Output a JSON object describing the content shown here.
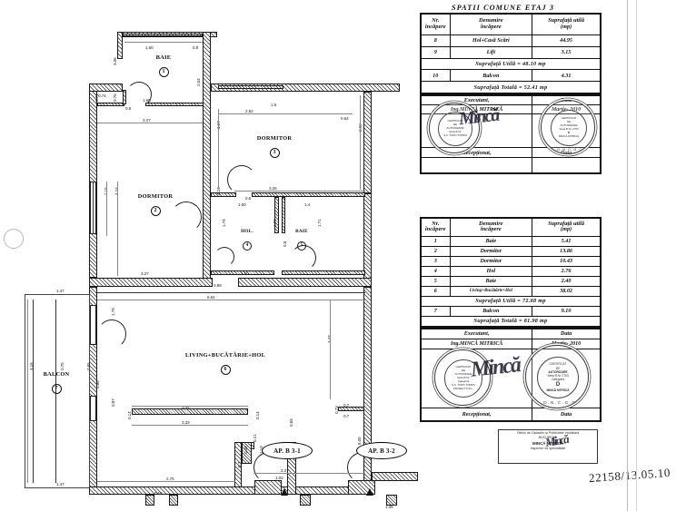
{
  "document": {
    "type": "architectural-floor-plan",
    "reference_number": "22158/13.05.10"
  },
  "table_common": {
    "title": "SPATII COMUNE ETAJ 3",
    "headers": {
      "nr": "Nr.",
      "nr_sub": "încăpere",
      "denumire": "Denumire",
      "denumire_sub": "încăpere",
      "suprafata": "Suprafață utilă",
      "suprafata_sub": "(mp)"
    },
    "rows": [
      {
        "nr": "8",
        "denumire": "Hol+Casă Scări",
        "suprafata": "44.95"
      },
      {
        "nr": "9",
        "denumire": "Lift",
        "suprafata": "3.15"
      }
    ],
    "utila_label": "Suprafață Utilă = 48.10 mp",
    "balcon_row": {
      "nr": "10",
      "denumire": "Balcon",
      "suprafata": "4.31"
    },
    "totala_label": "Suprafață Totală = 52.41 mp",
    "executant_label": "Executant,",
    "executant_name": "Ing.MINCĂ MITRICĂ",
    "data_label": "Data",
    "data_value": "Martie- 2010",
    "receptionat_label": "Recepționat,",
    "receptionat_data_label": "Data"
  },
  "table_apartment": {
    "headers": {
      "nr": "Nr.",
      "nr_sub": "încăpere",
      "denumire": "Denumire",
      "denumire_sub": "încăpere",
      "suprafata": "Suprafață utilă",
      "suprafata_sub": "(mp)"
    },
    "rows": [
      {
        "nr": "1",
        "denumire": "Baie",
        "suprafata": "5.41"
      },
      {
        "nr": "2",
        "denumire": "Dormitor",
        "suprafata": "13.86"
      },
      {
        "nr": "3",
        "denumire": "Dormitor",
        "suprafata": "10.43"
      },
      {
        "nr": "4",
        "denumire": "Hol",
        "suprafata": "2.76"
      },
      {
        "nr": "5",
        "denumire": "Baie",
        "suprafata": "2.40"
      },
      {
        "nr": "6",
        "denumire": "Living+Bucătărie+Hol",
        "suprafata": "38.02"
      }
    ],
    "utila_label": "Suprafață Utilă = 72.88 mp",
    "balcon_row": {
      "nr": "7",
      "denumire": "Balcon",
      "suprafata": "9.10"
    },
    "totala_label": "Suprafață Totală = 81.98 mp",
    "executant_label": "Executant,",
    "executant_name": "Ing.MINCĂ MITRICĂ",
    "data_label": "Data",
    "data_value": "Martie- 2010",
    "receptionat_label": "Recepționat,",
    "receptionat_data_label": "Data"
  },
  "seals": {
    "left": {
      "ring": "PERSOANĂ AUTORIZATĂ ANCPI",
      "line1": "CERTIFICAT",
      "line2": "DE",
      "line3": "AUTORIZARE",
      "line4": "Seria B Nr.",
      "line5": "Categoria",
      "line6": "S.C. TOPO TOPRO",
      "line7": "PROIECT S.R.L."
    },
    "right": {
      "ring": "AGENȚIA NAȚIONALĂ DE ADMINISTRAȚIEI PUBLICE",
      "line1": "CERTIFICAT",
      "line2": "DE",
      "line3": "AUTORIZARE",
      "line4": "Seria B Nr. 2753",
      "line5": "Categoria",
      "line6": "D",
      "line7": "MINCĂ MITRICĂ",
      "bottom": "O.N.C.G.C"
    },
    "signature_glyph": "Mincă"
  },
  "notary": {
    "line1": "Oficiul de Cadastru și Publicitate Imobiliară",
    "line2": "BUCUREȘTI",
    "line3": "MINCĂ MITRICĂ",
    "line4": "Inspector de specialitate"
  },
  "plan": {
    "rooms": [
      {
        "id": "1",
        "name": "BAIE",
        "number": "1"
      },
      {
        "id": "2",
        "name": "DORMITOR",
        "number": "2"
      },
      {
        "id": "3",
        "name": "DORMITOR",
        "number": "3"
      },
      {
        "id": "4",
        "name": "HOL.",
        "number": "4"
      },
      {
        "id": "5",
        "name": "BAIE",
        "number": "5"
      },
      {
        "id": "6",
        "name": "LIVING+BUCĂTĂRIE+HOL",
        "number": "6"
      },
      {
        "id": "7",
        "name": "BALCON",
        "number": "7"
      }
    ],
    "apartments": [
      {
        "label": "AP. B 3-1"
      },
      {
        "label": "AP. B 3-2"
      }
    ],
    "dimensions": {
      "d_1_50": "1.50",
      "d_0_8a": "0.8",
      "d_3_06": "3.06",
      "d_0_74": "0.74",
      "d_0_75": "0.75",
      "d_1_60": "1.60",
      "d_0_8b": "0.8",
      "d_3_27a": "3.27",
      "d_2_04": "2.04",
      "d_1_8": "1.8",
      "d_2_62": "2.62",
      "d_0_64": "0.64",
      "d_2_92": "2.92",
      "d_3_27b": "3.27",
      "d_4_24a": "4.24",
      "d_4_24b": "4.24",
      "d_2_15": "2.15",
      "d_3_26": "3.26",
      "d_0_8c": "0.8",
      "d_1_50b": "1.50",
      "d_1_4": "1.4",
      "d_1_74a": "1.74",
      "d_1_74b": "1.74",
      "d_1_71": "1.71",
      "d_0_8d": "0.8",
      "d_3_27c": "3.27",
      "d_1_50c": "1.50",
      "d_0_99": "0.99",
      "d_6_64": "6.64",
      "d_1_47a": "1.47",
      "d_1_47b": "1.47",
      "d_1_79": "1.79",
      "d_0_87": "0.87",
      "d_4_16": "4.16",
      "d_0_75b": "0.75",
      "d_0_85": "0.85",
      "d_0_65": "0.65",
      "d_3_47": "3.47",
      "d_3_44": "3.44",
      "d_3_33": "3.33",
      "d_0_14a": "0.14",
      "d_0_14b": "0.14",
      "d_0_7a": "0.7",
      "d_0_7b": "0.7",
      "d_0_73": "0.73",
      "d_2_75": "2.75",
      "d_0_7c": "0.7",
      "d_0_9": "0.9",
      "d_1_10": "1.10",
      "d_0_21": "0.21",
      "d_0_46": "0.46",
      "d_2_3": "2.3",
      "d_1_03": "1.03",
      "d_0_84": "0.84",
      "d_8_05": "8.05",
      "d_1_45": "1.45",
      "d_0_15": "0.15"
    }
  }
}
